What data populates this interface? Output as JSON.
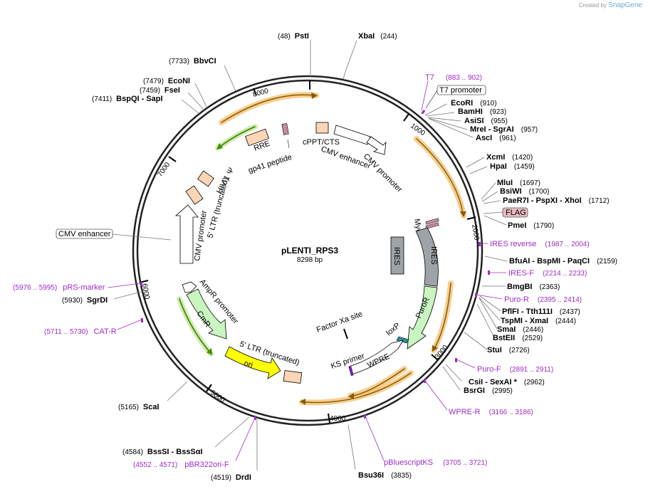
{
  "header": {
    "created_by": "Created by",
    "brand": "SnapGene"
  },
  "plasmid": {
    "name": "pLENTI_RPS3",
    "length_label": "8298 bp"
  },
  "ticks": [
    "1000",
    "2000",
    "3000",
    "4000",
    "5000",
    "6000",
    "7000",
    "8000"
  ],
  "enzymes": [
    {
      "name": "PstI",
      "pos": "(48)"
    },
    {
      "name": "XbaI",
      "pos": "(244)"
    },
    {
      "name": "BbvCI",
      "pos": "(7733)"
    },
    {
      "name": "EcoNI",
      "pos": "(7479)"
    },
    {
      "name": "FseI",
      "pos": "(7459)"
    },
    {
      "name": "BspQI - SapI",
      "pos": "(7411)"
    },
    {
      "name": "EcoRI",
      "pos": "(910)"
    },
    {
      "name": "BamHI",
      "pos": "(923)"
    },
    {
      "name": "AsiSI",
      "pos": "(955)"
    },
    {
      "name": "MreI - SgrAI",
      "pos": "(957)"
    },
    {
      "name": "AscI",
      "pos": "(961)"
    },
    {
      "name": "XcmI",
      "pos": "(1420)"
    },
    {
      "name": "HpaI",
      "pos": "(1459)"
    },
    {
      "name": "MluI",
      "pos": "(1697)"
    },
    {
      "name": "BsiWI",
      "pos": "(1700)"
    },
    {
      "name": "PaeR7I - PspXI - XhoI",
      "pos": "(1712)"
    },
    {
      "name": "PmeI",
      "pos": "(1790)"
    },
    {
      "name": "BfuAI - BspMI - PaqCI",
      "pos": "(2159)"
    },
    {
      "name": "BmgBI",
      "pos": "(2363)"
    },
    {
      "name": "PflFI - Tth111I",
      "pos": "(2437)"
    },
    {
      "name": "TspMI - XmaI",
      "pos": "(2444)"
    },
    {
      "name": "SmaI",
      "pos": "(2446)"
    },
    {
      "name": "BstEII",
      "pos": "(2529)"
    },
    {
      "name": "StuI",
      "pos": "(2726)"
    },
    {
      "name": "CsiI - SexAI *",
      "pos": "(2962)"
    },
    {
      "name": "BsrGI",
      "pos": "(2995)"
    },
    {
      "name": "Bsu36I",
      "pos": "(3835)"
    },
    {
      "name": "DrdI",
      "pos": "(4519)"
    },
    {
      "name": "BssSI - BssSαI",
      "pos": "(4584)"
    },
    {
      "name": "ScaI",
      "pos": "(5165)"
    },
    {
      "name": "SgrDI",
      "pos": "(5930)"
    }
  ],
  "primers": [
    {
      "name": "T7",
      "pos": "(883 .. 902)"
    },
    {
      "name": "IRES reverse",
      "pos": "(1987 .. 2004)"
    },
    {
      "name": "IRES-F",
      "pos": "(2214 .. 2233)"
    },
    {
      "name": "Puro-R",
      "pos": "(2395 .. 2414)"
    },
    {
      "name": "Puro-F",
      "pos": "(2891 .. 2911)"
    },
    {
      "name": "WPRE-R",
      "pos": "(3166 .. 3186)"
    },
    {
      "name": "pBluescriptKS",
      "pos": "(3705 .. 3721)"
    },
    {
      "name": "pBR322ori-F",
      "pos": "(4552 .. 4571)"
    },
    {
      "name": "CAT-R",
      "pos": "(5711 .. 5730)"
    },
    {
      "name": "pRS-marker",
      "pos": "(5976 .. 5995)"
    }
  ],
  "boxed_labels": [
    "T7 promoter",
    "FLAG",
    "CMV enhancer"
  ],
  "features": [
    "cPPT/CTS",
    "CMV enhancer",
    "CMV promoter",
    "RRE",
    "gp41 peptide",
    "HIV-1 Ψ",
    "5' LTR (truncated)",
    "CMV promoter",
    "Myc",
    "IRES",
    "IRES",
    "PuroR",
    "loxP",
    "WPRE",
    "KS primer",
    "Factor Xa site",
    "AmpR promoter",
    "CmR",
    "5' LTR (truncated)",
    "ori"
  ],
  "colors": {
    "primer": "#9c2cc6",
    "orf_outline": "#f5c77e",
    "orf_line": "#8a5a00",
    "green_orf_line": "#3f8f00",
    "misc_box": "#fbd5b5",
    "ires_gray": "#9ea3a8",
    "puro_green": "#c8f5c0",
    "ori_yellow": "#ffff00",
    "flag_pink": "#e6b9c2",
    "backbone": "#222222"
  }
}
